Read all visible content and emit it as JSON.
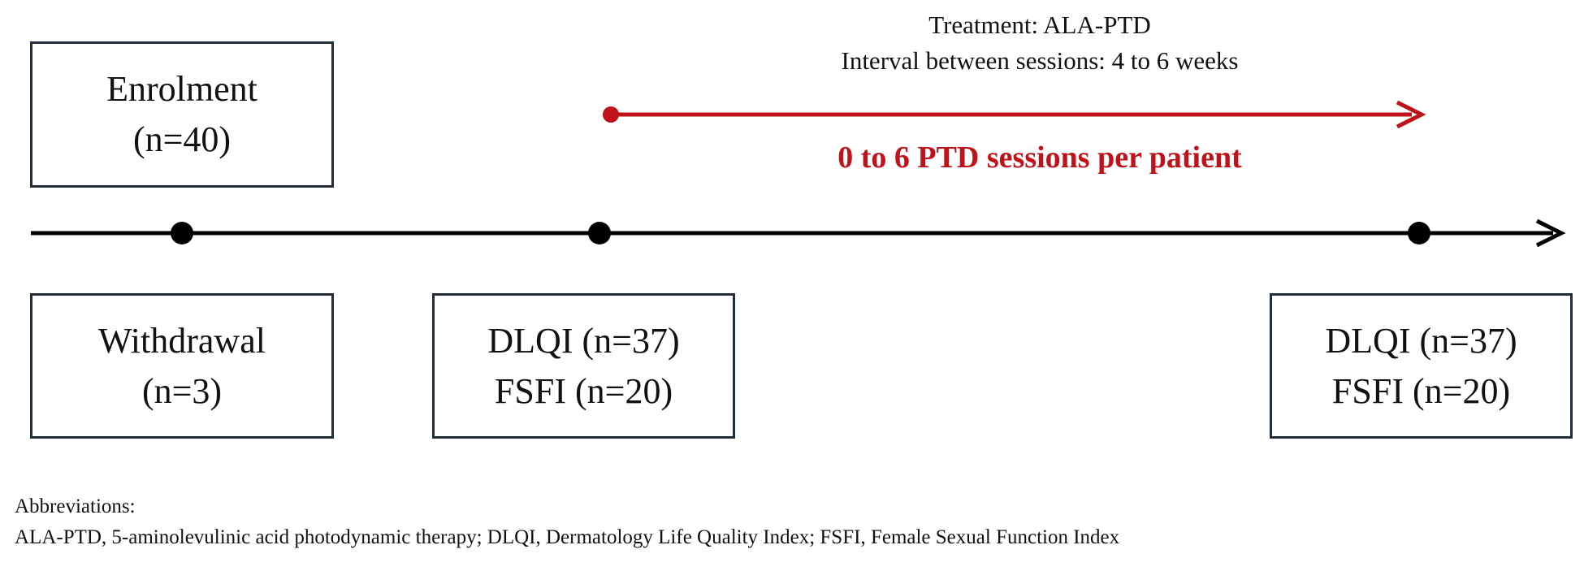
{
  "boxes": {
    "enrolment": {
      "line1": "Enrolment",
      "line2": "(n=40)"
    },
    "withdrawal": {
      "line1": "Withdrawal",
      "line2": "(n=3)"
    },
    "baseline": {
      "line1": "DLQI (n=37)",
      "line2": "FSFI (n=20)"
    },
    "final": {
      "line1": "DLQI (n=37)",
      "line2": "FSFI (n=20)"
    }
  },
  "treatment": {
    "title": "Treatment: ALA-PTD",
    "interval": "Interval between sessions: 4 to 6 weeks",
    "sessions": "0 to 6 PTD sessions per patient"
  },
  "abbreviations": {
    "heading": "Abbreviations:",
    "text": "ALA-PTD, 5-aminolevulinic acid photodynamic therapy; DLQI, Dermatology Life Quality Index; FSFI, Female Sexual Function Index"
  },
  "colors": {
    "timeline": "#000000",
    "treatment_arrow": "#c0121a",
    "box_border": "#1f2d3d"
  }
}
